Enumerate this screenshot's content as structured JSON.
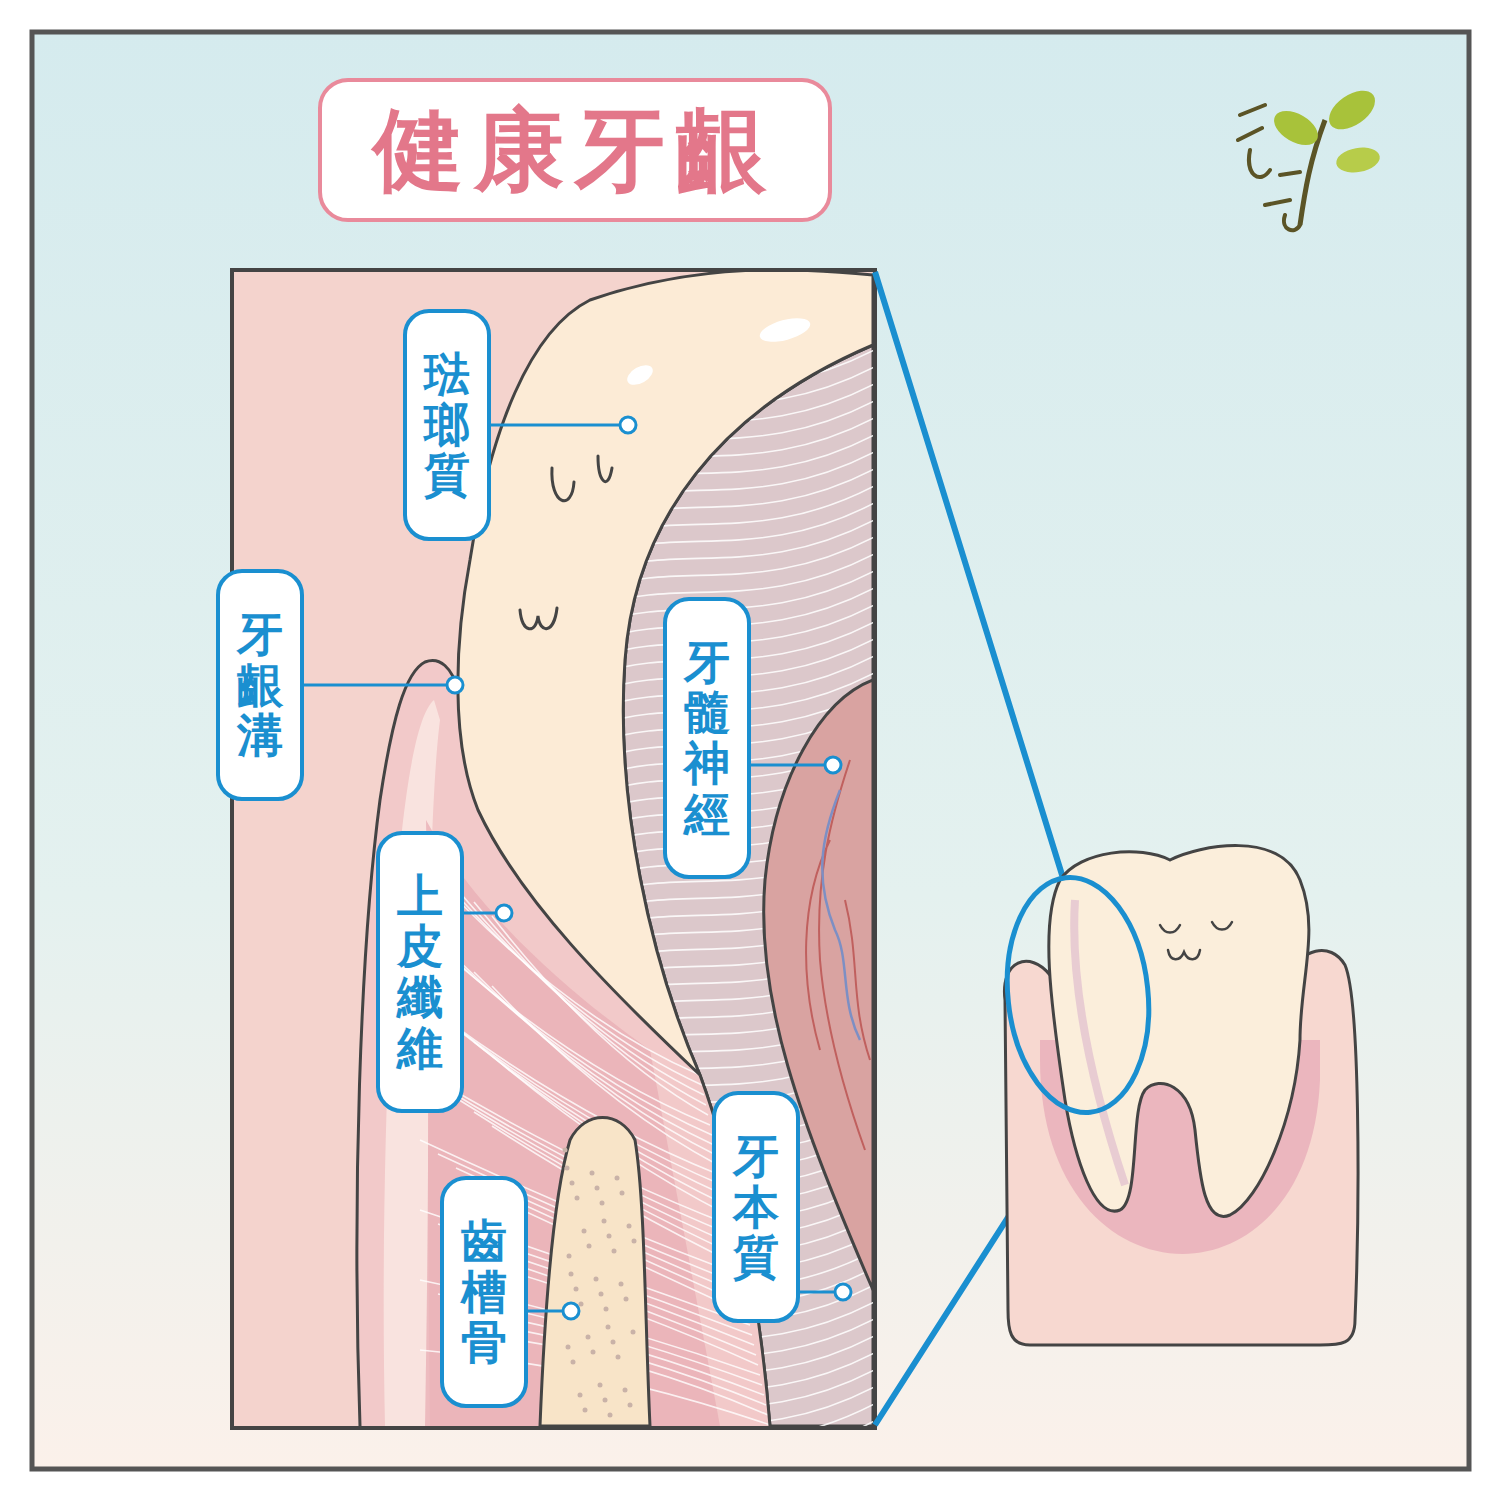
{
  "diagram": {
    "title": "健康牙齦",
    "nodes": [
      {
        "text": [
          "琺瑯質"
        ]
      },
      {
        "text": [
          "牙齦溝"
        ]
      },
      {
        "text": [
          "牙髓神經"
        ]
      },
      {
        "text": [
          "上皮纖維"
        ]
      },
      {
        "text": [
          "牙本質"
        ]
      },
      {
        "text": [
          "齒槽骨"
        ]
      }
    ]
  }
}
